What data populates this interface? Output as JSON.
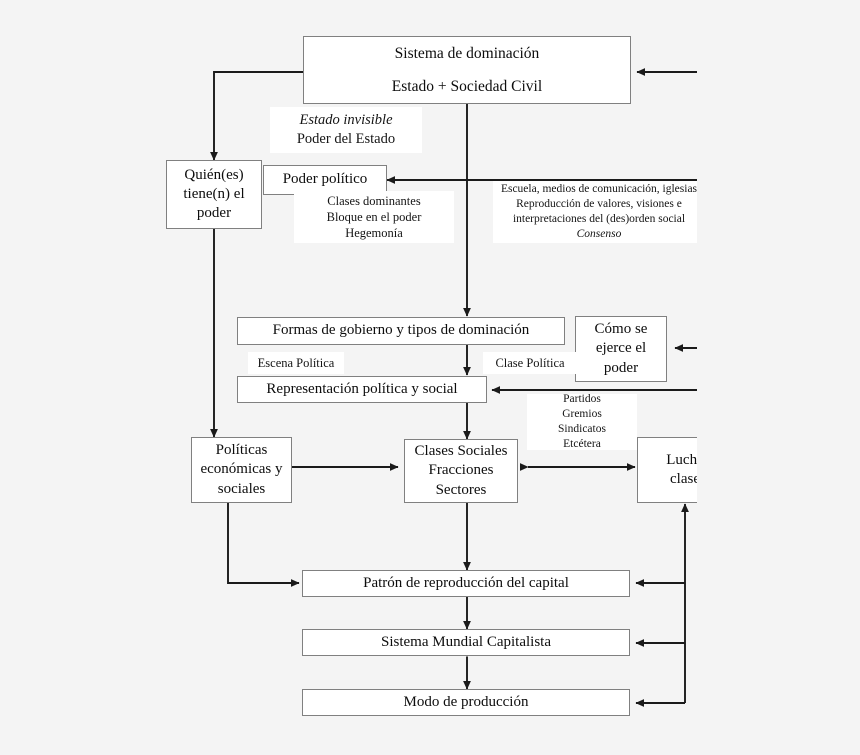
{
  "diagram": {
    "title": "Sistema de dominación",
    "language": "es",
    "background_color": "#f4f4f4",
    "box_border_color": "#808080",
    "box_fill_color": "#ffffff",
    "line_color": "#1a1a1a",
    "boxes": [
      {
        "id": "sistema-dominacion",
        "lines": [
          "Sistema de dominación",
          "Estado + Sociedad Civil"
        ]
      },
      {
        "id": "quienes-tienen-poder",
        "lines": [
          "Quién(es)",
          "tiene(n) el",
          "poder"
        ]
      },
      {
        "id": "poder-politico",
        "lines": [
          "Poder político"
        ]
      },
      {
        "id": "formas-gobierno",
        "lines": [
          "Formas de gobierno y tipos de dominación"
        ]
      },
      {
        "id": "como-se-ejerce",
        "lines": [
          "Cómo se",
          "ejerce el",
          "poder"
        ]
      },
      {
        "id": "representacion",
        "lines": [
          "Representación política y social"
        ]
      },
      {
        "id": "politicas",
        "lines": [
          "Políticas",
          "económicas y",
          "sociales"
        ]
      },
      {
        "id": "clases-sociales",
        "lines": [
          "Clases Sociales",
          "Fracciones",
          "Sectores"
        ]
      },
      {
        "id": "lucha-clases",
        "lines": [
          "Lucha",
          "clase"
        ]
      },
      {
        "id": "patron-reproduccion",
        "lines": [
          "Patrón de reproducción del capital"
        ]
      },
      {
        "id": "sistema-mundial",
        "lines": [
          "Sistema Mundial Capitalista"
        ]
      },
      {
        "id": "modo-produccion",
        "lines": [
          "Modo de producción"
        ]
      }
    ],
    "annotations": [
      {
        "id": "estado-invisible",
        "lines": [
          "Estado invisible",
          "Poder del Estado"
        ],
        "italic_lines": [
          0
        ]
      },
      {
        "id": "clases-dominantes",
        "lines": [
          "Clases dominantes",
          "Bloque en el poder",
          "Hegemonía"
        ],
        "italic_lines": []
      },
      {
        "id": "escuela-medios",
        "lines": [
          "Escuela, medios de comunicación, iglesias",
          "Reproducción de valores, visiones e",
          "interpretaciones del (des)orden social",
          "Consenso"
        ],
        "italic_lines": [
          3
        ]
      },
      {
        "id": "escena-politica",
        "lines": [
          "Escena Política"
        ],
        "italic_lines": []
      },
      {
        "id": "clase-politica",
        "lines": [
          "Clase Política"
        ],
        "italic_lines": []
      },
      {
        "id": "partidos-gremios",
        "lines": [
          "Partidos",
          "Gremios",
          "Sindicatos",
          "Etcétera"
        ],
        "italic_lines": []
      }
    ]
  }
}
